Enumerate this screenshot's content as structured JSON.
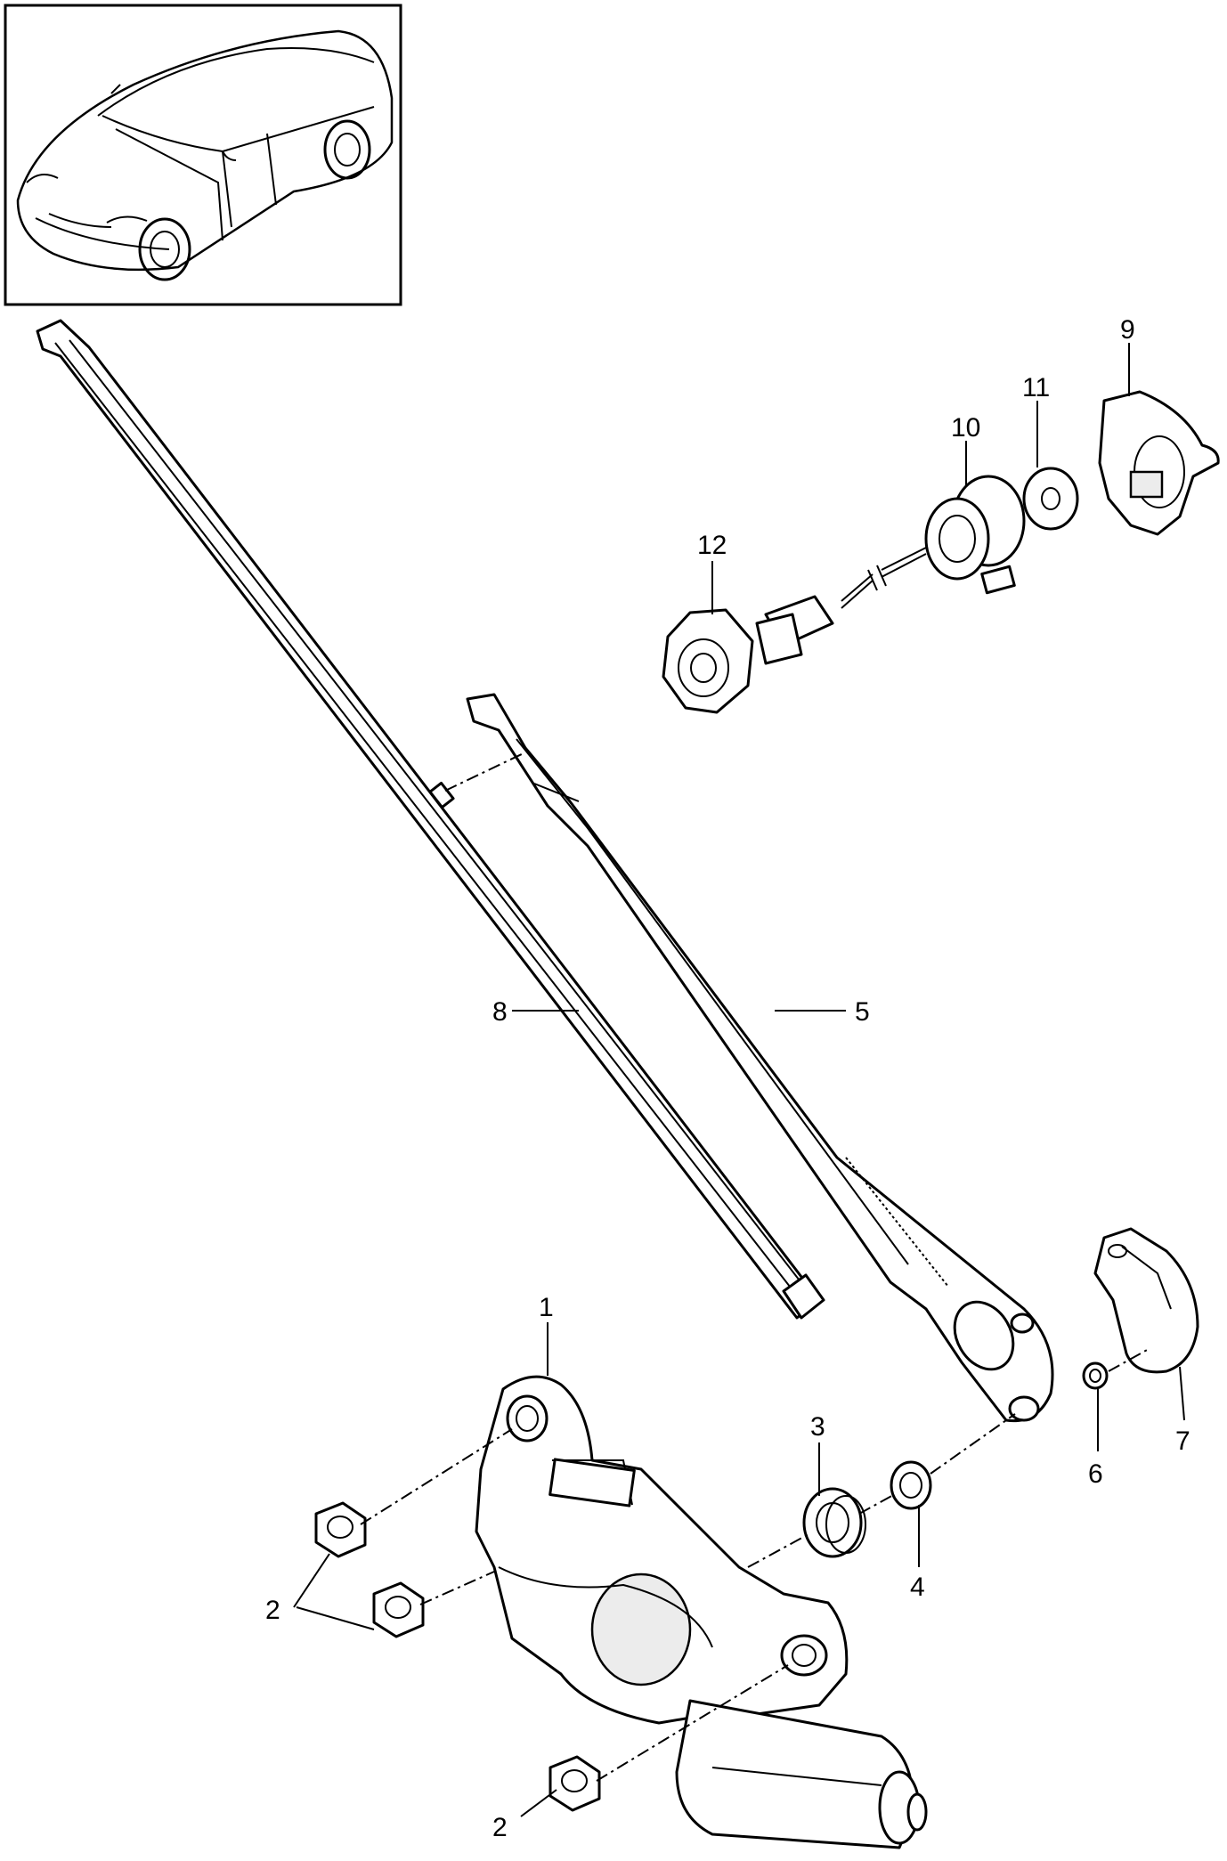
{
  "callouts": {
    "c1": "1",
    "c2a": "2",
    "c2b": "2",
    "c3": "3",
    "c4": "4",
    "c5": "5",
    "c6": "6",
    "c7": "7",
    "c8": "8",
    "c9": "9",
    "c10": "10",
    "c11": "11",
    "c12": "12"
  },
  "colors": {
    "line": "#000000",
    "background": "#ffffff",
    "shade": "#ececec"
  }
}
